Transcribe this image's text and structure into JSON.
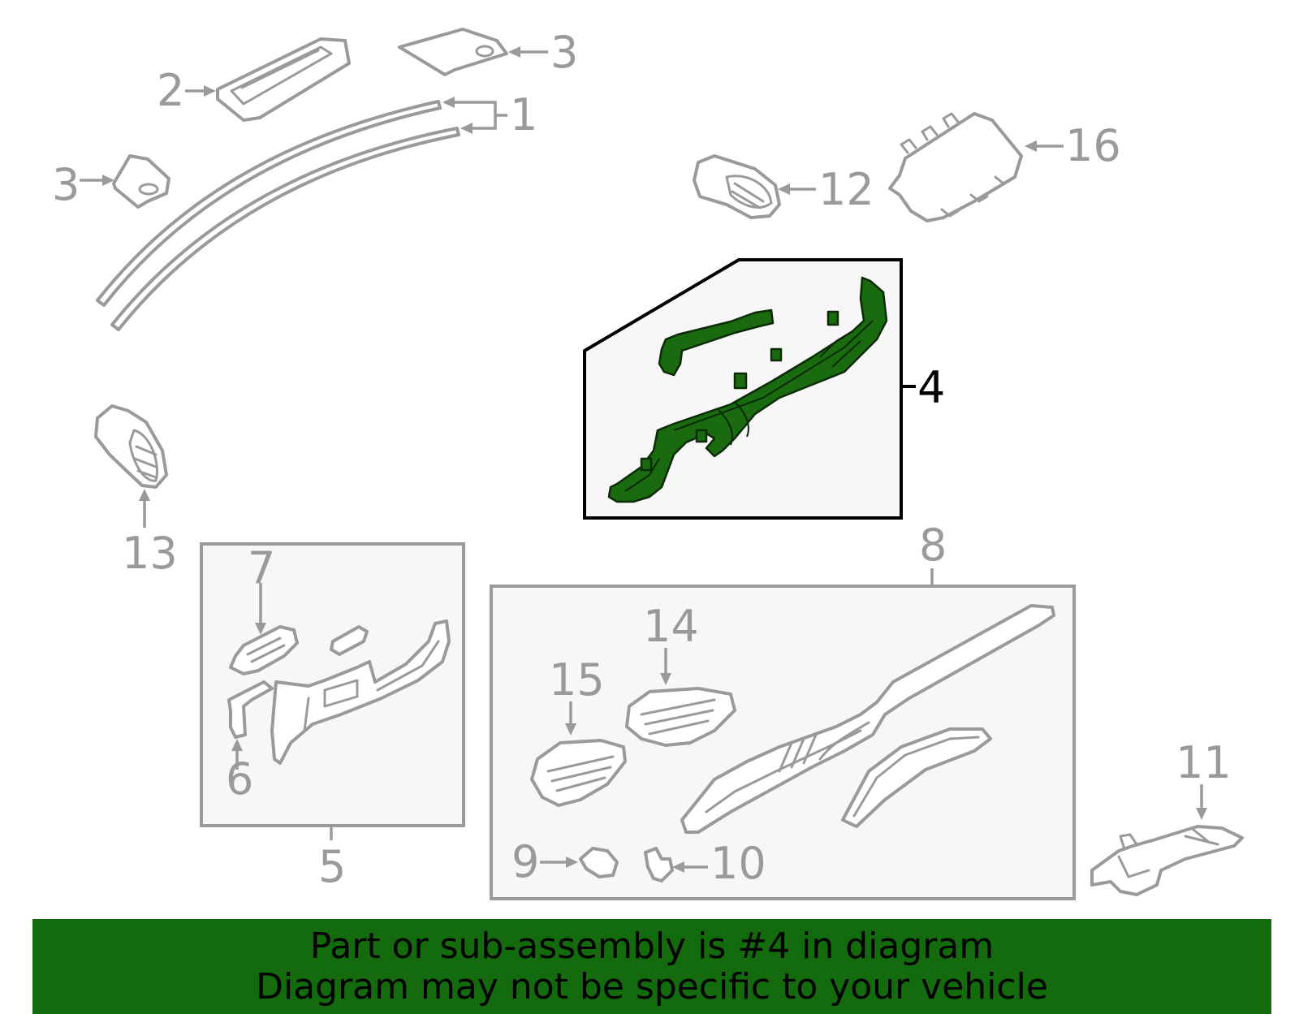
{
  "diagram": {
    "labels": {
      "l1": "1",
      "l2": "2",
      "l3a": "3",
      "l3b": "3",
      "l4": "4",
      "l5": "5",
      "l6": "6",
      "l7": "7",
      "l8": "8",
      "l9": "9",
      "l10": "10",
      "l11": "11",
      "l12": "12",
      "l13": "13",
      "l14": "14",
      "l15": "15",
      "l16": "16"
    },
    "highlighted_part": "4",
    "highlight_color": "#136b0d"
  },
  "banner": {
    "line1": "Part or sub-assembly is #4 in diagram",
    "line2": "Diagram may not be specific to your vehicle"
  }
}
